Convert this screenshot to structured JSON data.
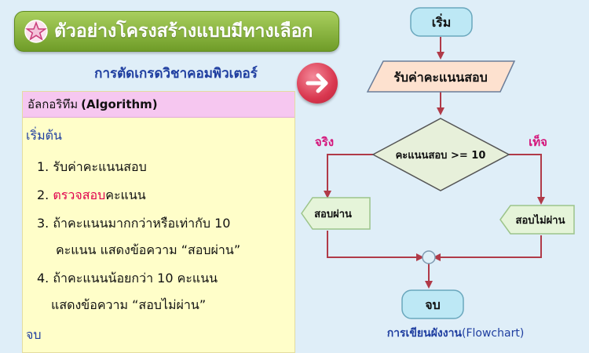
{
  "banner": {
    "title": "ตัวอย่างโครงสร้างแบบมีทางเลือก"
  },
  "subtitle": "การตัดเกรดวิชาคอมพิวเตอร์",
  "algorithm": {
    "header_th": "อัลกอริทึม",
    "header_en": "(Algorithm)",
    "start": "เริ่มต้น",
    "step1": "1. รับค่าคะแนนสอบ",
    "step2_num": "2. ",
    "step2_highlight": "ตรวจสอบ",
    "step2_rest": "คะแนน",
    "step3_line1": "3. ถ้าคะแนนมากกว่าหรือเท่ากับ 10",
    "step3_line2": "คะแนน แสดงข้อความ “สอบผ่าน”",
    "step4_line1": "4. ถ้าคะแนนน้อยกว่า 10 คะแนน",
    "step4_line2": "แสดงข้อความ “สอบไม่ผ่าน”",
    "end": "จบ"
  },
  "flowchart": {
    "start": "เริ่ม",
    "input": "รับค่าคะแนนสอบ",
    "decision": "คะแนนสอบ >= 10",
    "true_label": "จริง",
    "false_label": "เท็จ",
    "pass": "สอบผ่าน",
    "fail": "สอบไม่ผ่าน",
    "end": "จบ"
  },
  "caption": {
    "bold": "การเขียนผังงาน",
    "rest": "(Flowchart)"
  },
  "colors": {
    "banner": "#8fbd45",
    "subtitle": "#1f3ea0",
    "algo_bg": "#fffec9",
    "algo_header": "#f6c7f0",
    "highlight": "#e0004d",
    "terminal_fill": "#bde8f5",
    "process_fill": "#fde1cf",
    "decision_fill": "#e7f0da",
    "output_fill": "#e5f4d9",
    "arrow": "#b03a48",
    "label": "#d4147a"
  }
}
